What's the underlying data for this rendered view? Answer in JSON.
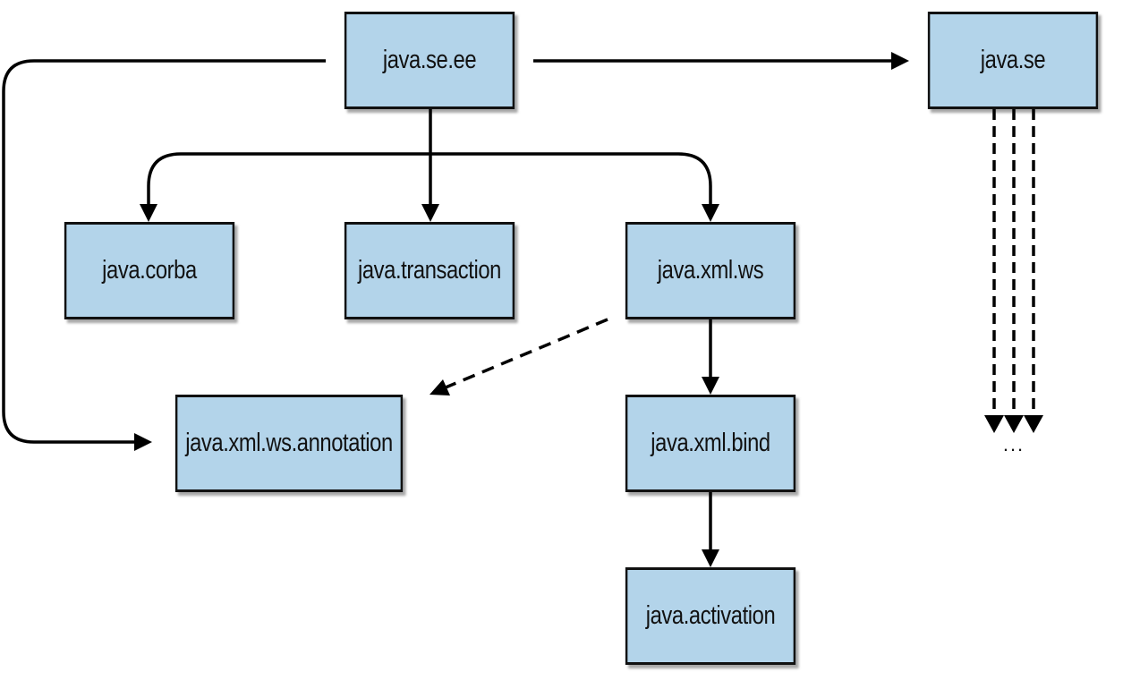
{
  "modules": {
    "java_se_ee": "java.se.ee",
    "java_se": "java.se",
    "java_corba": "java.corba",
    "java_transaction": "java.transaction",
    "java_xml_ws": "java.xml.ws",
    "java_xml_ws_annotation": "java.xml.ws.annotation",
    "java_xml_bind": "java.xml.bind",
    "java_activation": "java.activation"
  },
  "more_indicator": "...",
  "colors": {
    "node_fill": "#b3d4ea",
    "node_border": "#111111",
    "edge": "#000000"
  }
}
